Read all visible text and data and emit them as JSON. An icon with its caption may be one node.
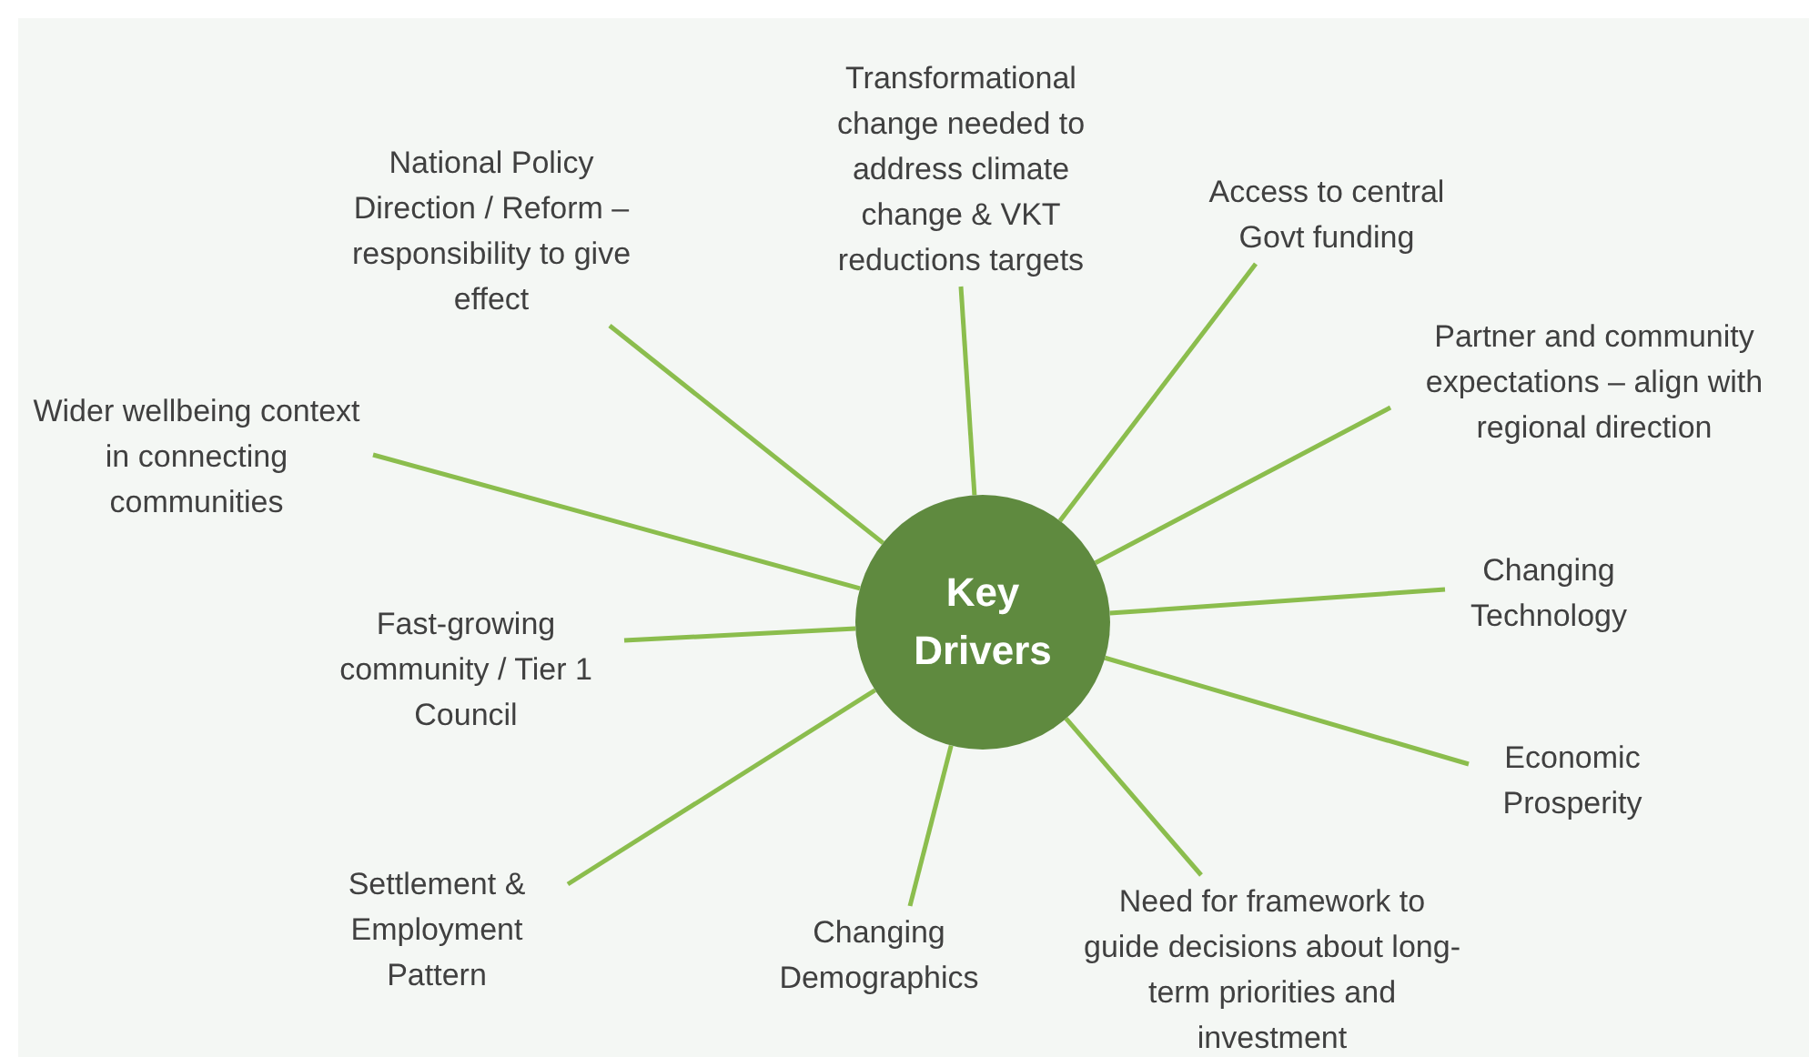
{
  "diagram": {
    "nodes": [
      {
        "text": [
          "Key Drivers"
        ]
      },
      {
        "text": [
          "National Policy Direction / Reform – responsibility to give effect"
        ]
      },
      {
        "text": [
          "Transformational change needed to address climate change & VKT reductions targets"
        ]
      },
      {
        "text": [
          "Access to central Govt funding"
        ]
      },
      {
        "text": [
          "Partner and community expectations – align with regional direction"
        ]
      },
      {
        "text": [
          "Wider wellbeing context in connecting communities"
        ]
      },
      {
        "text": [
          "Changing Technology"
        ]
      },
      {
        "text": [
          "Fast-growing community / Tier 1 Council"
        ]
      },
      {
        "text": [
          "Economic Prosperity"
        ]
      },
      {
        "text": [
          "Settlement & Employment Pattern"
        ]
      },
      {
        "text": [
          "Changing Demographics"
        ]
      },
      {
        "text": [
          "Need for framework to guide decisions about long-term priorities and investment"
        ]
      }
    ],
    "edges": [
      {
        "from": 0,
        "to": 1,
        "arrow": "none"
      },
      {
        "from": 0,
        "to": 2,
        "arrow": "none"
      },
      {
        "from": 0,
        "to": 3,
        "arrow": "none"
      },
      {
        "from": 0,
        "to": 4,
        "arrow": "none"
      },
      {
        "from": 0,
        "to": 5,
        "arrow": "none"
      },
      {
        "from": 0,
        "to": 6,
        "arrow": "none"
      },
      {
        "from": 0,
        "to": 7,
        "arrow": "none"
      },
      {
        "from": 0,
        "to": 8,
        "arrow": "none"
      },
      {
        "from": 0,
        "to": 9,
        "arrow": "none"
      },
      {
        "from": 0,
        "to": 10,
        "arrow": "none"
      },
      {
        "from": 0,
        "to": 11,
        "arrow": "none"
      }
    ]
  }
}
